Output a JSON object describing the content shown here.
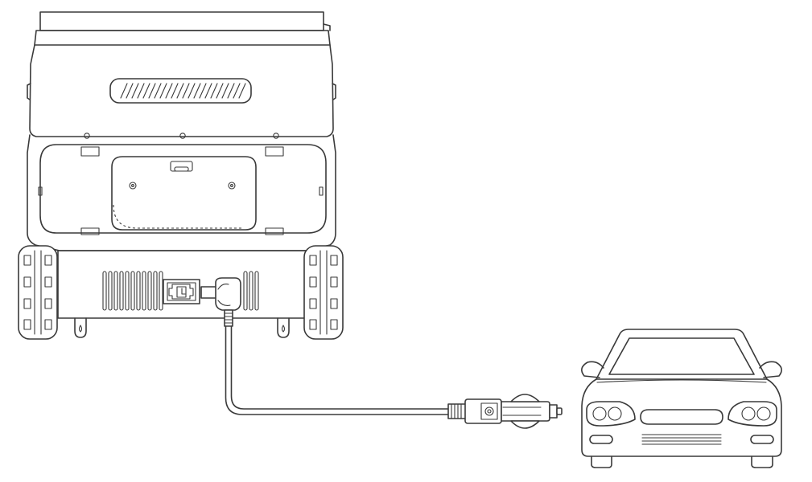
{
  "diagram": {
    "components": [
      {
        "id": "generator",
        "icon": "power-station-rear-view"
      },
      {
        "id": "car-charging-cable",
        "icon": "cable-with-cigarette-lighter-plug"
      },
      {
        "id": "car",
        "icon": "car-front-view"
      }
    ],
    "connections": [
      {
        "from": "generator",
        "to": "car-charging-cable"
      },
      {
        "from": "car-charging-cable",
        "to": "car"
      }
    ],
    "colors": {
      "line": "#3a3a3a",
      "background": "#ffffff"
    }
  }
}
